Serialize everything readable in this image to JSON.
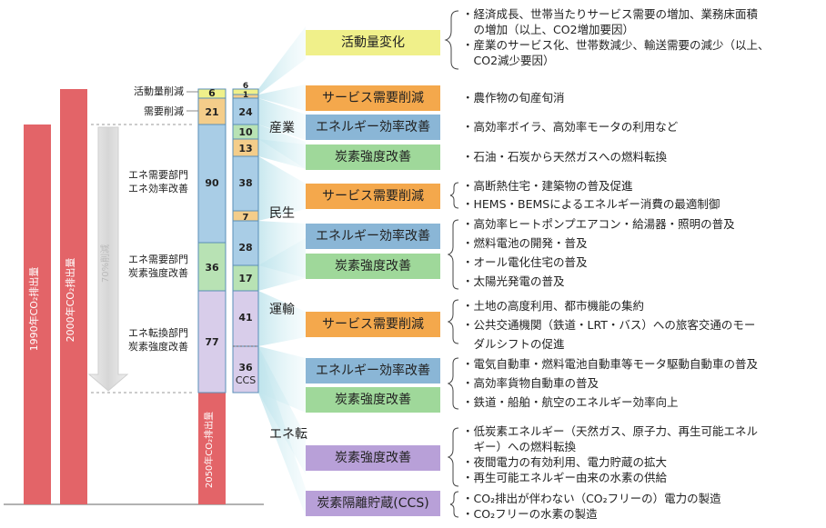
{
  "left": {
    "bar_1990_label": "1990年CO₂排出量",
    "bar_2000_label": "2000年CO₂排出量",
    "bar_2050_label": "2050年CO₂排出量",
    "arrow_label": "70%削減",
    "row_labels": {
      "activity": "活動量削減",
      "demand": "需要削減",
      "demand_eff_1": "エネ需要部門",
      "demand_eff_2": "エネ効率改善",
      "demand_carbon_1": "エネ需要部門",
      "demand_carbon_2": "炭素強度改善",
      "conv_carbon_1": "エネ転換部門",
      "conv_carbon_2": "炭素強度改善"
    },
    "stack1": [
      "6",
      "21",
      "90",
      "36",
      "77"
    ],
    "stack2": [
      "6",
      "1",
      "24",
      "10",
      "13",
      "38",
      "7",
      "28",
      "17",
      "41",
      "36",
      "CCS"
    ]
  },
  "sections": {
    "sangyo": "産業",
    "minsei": "民生",
    "unyu": "運輸",
    "enetenn": "エネ転"
  },
  "categories": [
    {
      "id": "activity",
      "label": "活動量変化",
      "color": "#f0f08a"
    },
    {
      "id": "ind-demand",
      "label": "サービス需要削減",
      "color": "#f4a84c"
    },
    {
      "id": "ind-eff",
      "label": "エネルギー効率改善",
      "color": "#8ab6d6"
    },
    {
      "id": "ind-carbon",
      "label": "炭素強度改善",
      "color": "#9fd89a"
    },
    {
      "id": "res-demand",
      "label": "サービス需要削減",
      "color": "#f4a84c"
    },
    {
      "id": "res-eff",
      "label": "エネルギー効率改善",
      "color": "#8ab6d6"
    },
    {
      "id": "res-carbon",
      "label": "炭素強度改善",
      "color": "#9fd89a"
    },
    {
      "id": "trn-demand",
      "label": "サービス需要削減",
      "color": "#f4a84c"
    },
    {
      "id": "trn-eff",
      "label": "エネルギー効率改善",
      "color": "#8ab6d6"
    },
    {
      "id": "trn-carbon",
      "label": "炭素強度改善",
      "color": "#9fd89a"
    },
    {
      "id": "conv-carbon",
      "label": "炭素強度改善",
      "color": "#b8a0d8"
    },
    {
      "id": "conv-ccs",
      "label": "炭素隔離貯蔵(CCS)",
      "color": "#b8a0d8"
    }
  ],
  "descriptions": {
    "activity": [
      "・経済成長、世帯当たりサービス需要の増加、業務床面積",
      "　の増加（以上、CO2増加要因）",
      "・産業のサービス化、世帯数減少、輸送需要の減少（以上、",
      "　CO2減少要因）"
    ],
    "ind_demand": [
      "・農作物の旬産旬消"
    ],
    "ind_eff": [
      "・高効率ボイラ、高効率モータの利用など"
    ],
    "ind_carbon": [
      "・石油・石炭から天然ガスへの燃料転換"
    ],
    "res_demand": [
      "・高断熱住宅・建築物の普及促進",
      "・HEMS・BEMSによるエネルギー消費の最適制御"
    ],
    "res_eff_carbon": [
      "・高効率ヒートポンプエアコン・給湯器・照明の普及",
      "・燃料電池の開発・普及",
      "・オール電化住宅の普及",
      "・太陽光発電の普及"
    ],
    "trn_demand": [
      "・土地の高度利用、都市機能の集約",
      "・公共交通機関（鉄道・LRT・バス）への旅客交通のモー",
      "　ダルシフトの促進"
    ],
    "trn_eff_carbon": [
      "・電気自動車・燃料電池自動車等モータ駆動自動車の普及",
      "・高効率貨物自動車の普及",
      "・鉄道・船舶・航空のエネルギー効率向上"
    ],
    "conv_carbon": [
      "・低炭素エネルギー（天然ガス、原子力、再生可能エネル",
      "　ギー）への燃料転換",
      "・夜間電力の有効利用、電力貯蔵の拡大",
      "・再生可能エネルギー由来の水素の供給"
    ],
    "conv_ccs": [
      "・CO₂排出が伴わない（CO₂フリーの）電力の製造",
      "・CO₂フリーの水素の製造"
    ]
  }
}
